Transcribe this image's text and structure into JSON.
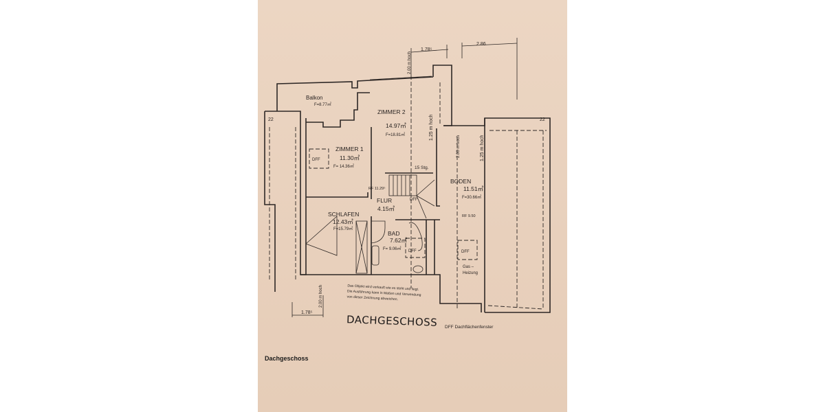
{
  "caption": "Dachgeschoss",
  "plan": {
    "title_handwritten": "DACHGESCHOSS",
    "legend": "DFF  Dachflächenfenster",
    "note": [
      "Das Objekt wird verkauft wie es steht und liegt.",
      "Die Ausführung kann in Maßen und Verwendung",
      "von dieser Zeichnung abweichen."
    ],
    "dimensions": {
      "top_left": "1.78⁵",
      "top_right": "2.86",
      "bottom_left": "1.78⁵",
      "height_top": "2.00 m hoch",
      "height_bottom": "2.00 m hoch",
      "height_zimmer2": "1.25 m hoch",
      "height_boden_a": "2.00 m hoch",
      "height_boden_b": "1.25 m hoch",
      "mark_left": "22",
      "mark_right": "22"
    },
    "rooms": [
      {
        "name": "Balkon",
        "area": "",
        "floor": "F=8.77㎡"
      },
      {
        "name": "ZIMMER 2",
        "area": "14.97㎡",
        "floor": "F=18.81㎡"
      },
      {
        "name": "ZIMMER 1",
        "area": "11.30㎡",
        "floor": "F= 14.36㎡"
      },
      {
        "name": "BODEN",
        "area": "11.51㎡",
        "floor": "F=30.66㎡"
      },
      {
        "name": "FLUR",
        "area": "4.15㎡",
        "floor": ""
      },
      {
        "name": "SCHLAFEN",
        "area": "12.43㎡",
        "floor": "F=15.79㎡"
      },
      {
        "name": "BAD",
        "area": "7.62㎡",
        "floor": "F= 9.06㎡"
      }
    ],
    "labels": {
      "stairs": "15 Stg.",
      "rf_flur": "RF 11.29⁵",
      "rf_boden": "RF 9.50",
      "dff": "DFF",
      "gas1": "Gas –",
      "gas2": "Heizung"
    }
  }
}
